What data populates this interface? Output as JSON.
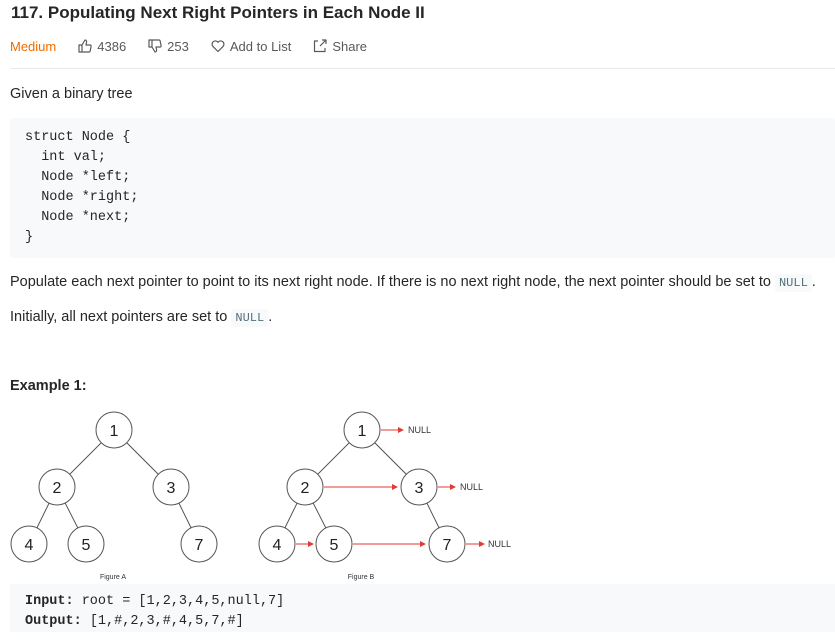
{
  "problem": {
    "title": "117. Populating Next Right Pointers in Each Node II",
    "difficulty": "Medium",
    "likes": "4386",
    "dislikes": "253",
    "add_to_list": "Add to List",
    "share": "Share"
  },
  "description": {
    "intro": "Given a binary tree",
    "code_lines": [
      "struct Node {",
      "  int val;",
      "  Node *left;",
      "  Node *right;",
      "  Node *next;",
      "}"
    ],
    "populate_text": "Populate each next pointer to point to its next right node. If there is no next right node, the next pointer should be set to ",
    "null_code": "NULL",
    "initially_text": "Initially, all next pointers are set to ",
    "period": "."
  },
  "example": {
    "title": "Example 1:",
    "figure_a_label": "Figure A",
    "figure_b_label": "Figure B",
    "tree_a_nodes": [
      "1",
      "2",
      "3",
      "4",
      "5",
      "7"
    ],
    "tree_b_nodes": [
      "1",
      "2",
      "3",
      "4",
      "5",
      "7"
    ],
    "null_label": "NULL",
    "input_label": "Input:",
    "input_value": " root = [1,2,3,4,5,null,7]",
    "output_label": "Output:",
    "output_value": " [1,#,2,3,#,4,5,7,#]"
  },
  "colors": {
    "difficulty": "#ef6c00",
    "arrow": "#e53935",
    "code_bg": "#f7f9fa"
  }
}
